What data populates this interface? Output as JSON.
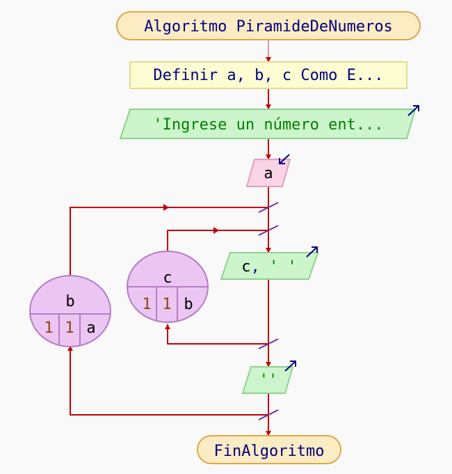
{
  "title": "Algoritmo PiramideDeNumeros",
  "declaration": "Definir a, b, c Como E...",
  "output_prompt": "'Ingrese un número ent...",
  "input_var": "a",
  "output_row": {
    "var": "c",
    "sep": ", ",
    "str": "' '"
  },
  "output_newline": "''",
  "loop_outer": {
    "var": "b",
    "start": "1",
    "step": "1",
    "end": "a"
  },
  "loop_inner": {
    "var": "c",
    "start": "1",
    "step": "1",
    "end": "b"
  },
  "end": "FinAlgoritmo",
  "colors": {
    "flow_line": "#c00000",
    "start_fill": "#fcecc4",
    "start_stroke": "#d9a94a",
    "define_fill": "#fdfcd2",
    "define_stroke": "#e0dd8c",
    "io_fill": "#ccf5cc",
    "io_stroke": "#8fd18f",
    "read_fill": "#f9d3e6",
    "read_stroke": "#e0a0c0",
    "loop_fill": "#ebc6f2",
    "loop_stroke": "#b47cc4",
    "keyword_text": "#000080",
    "string_text": "#008000",
    "number_text": "#8b4513",
    "io_arrow": "#000080",
    "slash": "#7030a0"
  }
}
